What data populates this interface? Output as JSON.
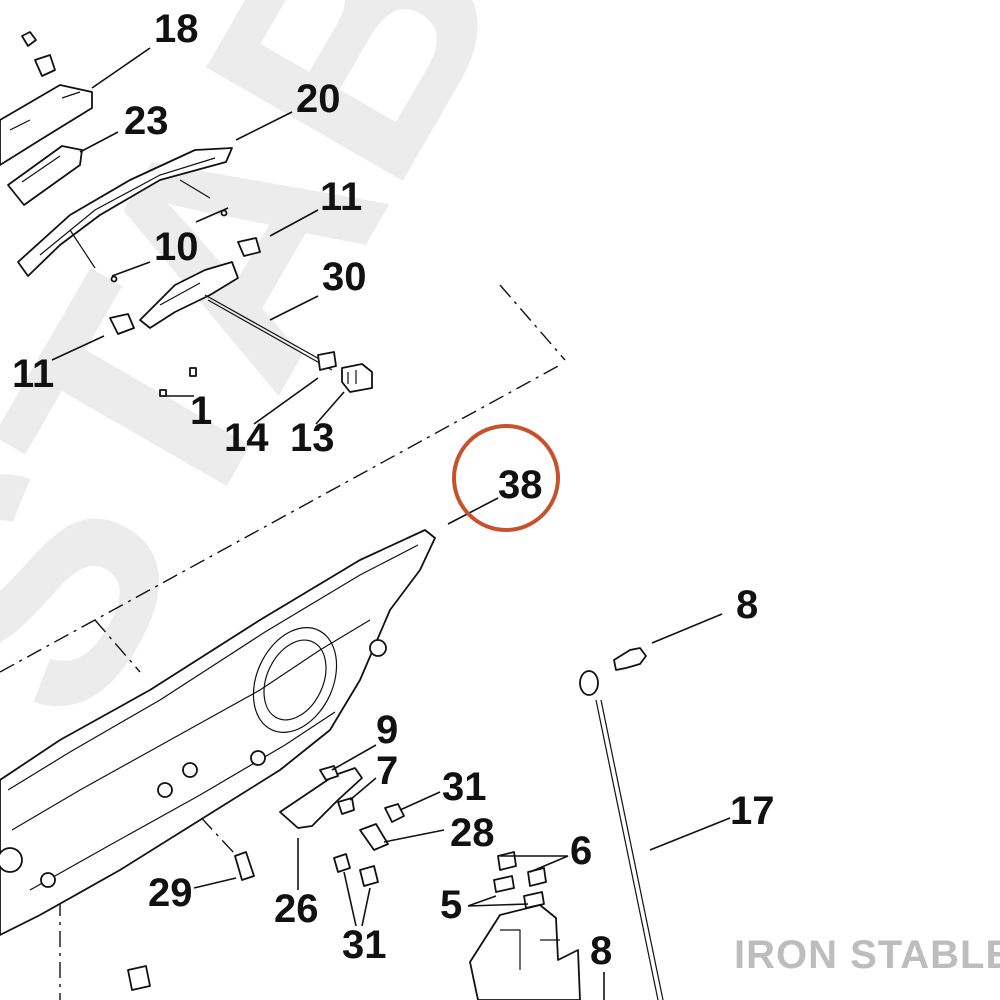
{
  "watermark": "STABLE",
  "brand": "IRON STABLE",
  "highlight_color": "#c8512c",
  "callouts": {
    "c18": "18",
    "c20": "20",
    "c23": "23",
    "c11a": "11",
    "c10": "10",
    "c30": "30",
    "c11b": "11",
    "c1": "1",
    "c14": "14",
    "c13": "13",
    "c38": "38",
    "c8a": "8",
    "c9": "9",
    "c7": "7",
    "c31a": "31",
    "c28": "28",
    "c17": "17",
    "c6": "6",
    "c29": "29",
    "c26": "26",
    "c5": "5",
    "c31b": "31",
    "c8b": "8"
  }
}
